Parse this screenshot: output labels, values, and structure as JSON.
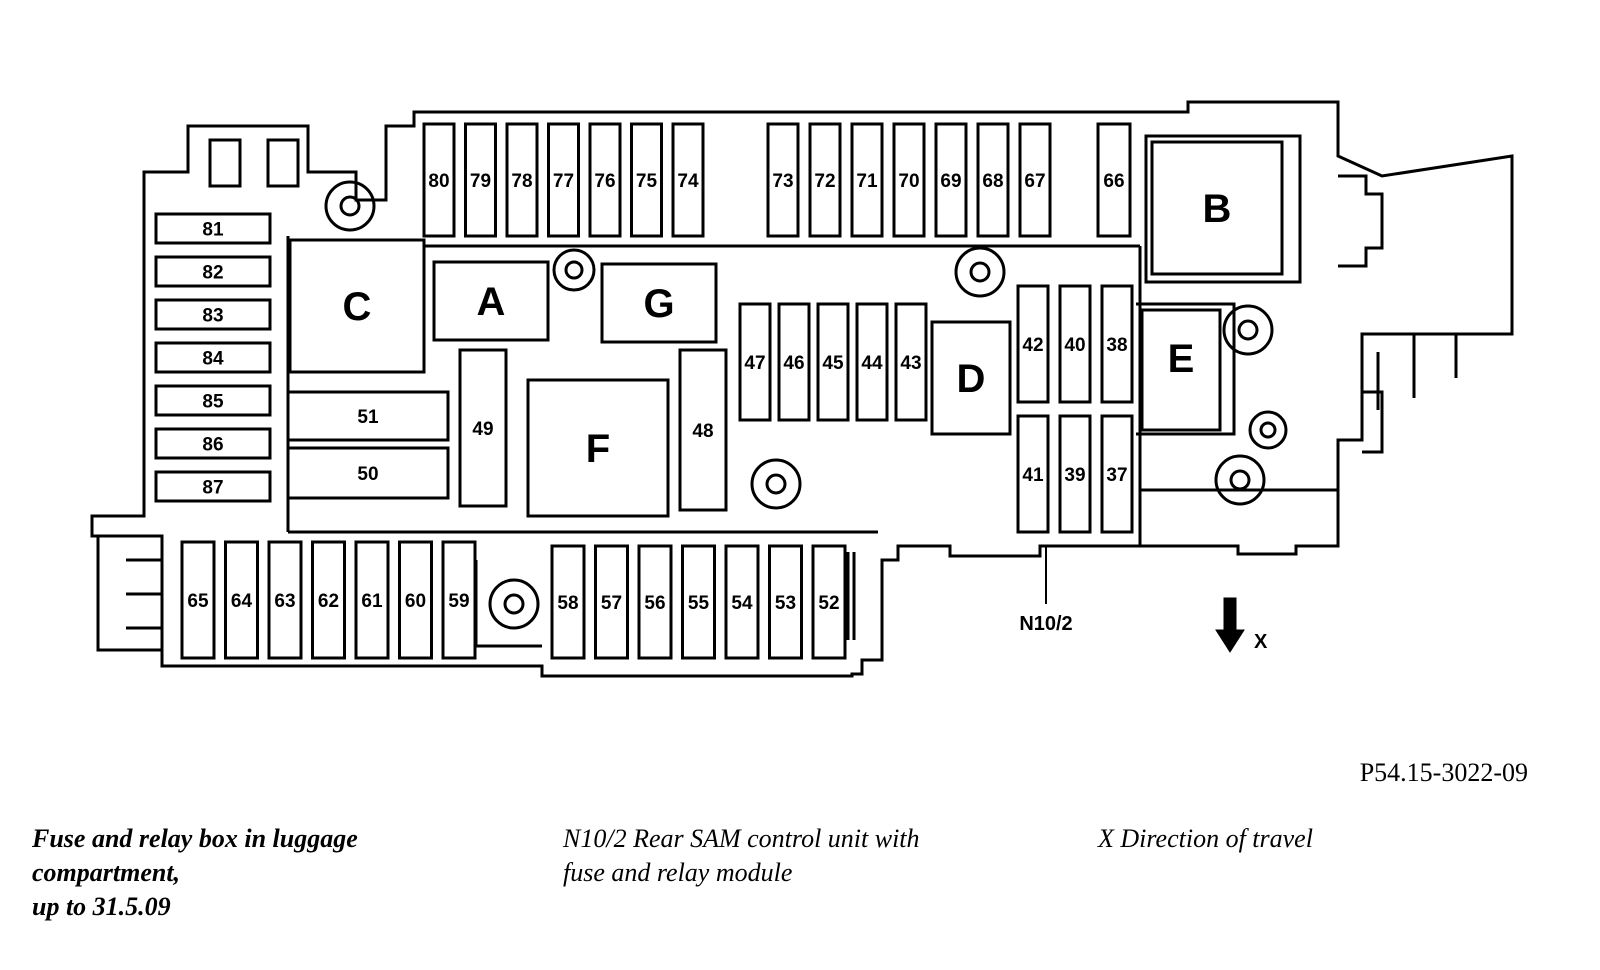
{
  "part_number": "P54.15-3022-09",
  "captions": {
    "title_lines": [
      "Fuse and relay box in luggage",
      "compartment,",
      "up to 31.5.09"
    ],
    "n10_lines": [
      "N10/2 Rear SAM control unit with",
      "fuse and relay module"
    ],
    "x_direction": "X Direction of travel"
  },
  "callouts": {
    "module": "N10/2",
    "direction": "X"
  },
  "relays": [
    "A",
    "B",
    "C",
    "D",
    "E",
    "F",
    "G"
  ],
  "fuses": {
    "left_column": [
      "81",
      "82",
      "83",
      "84",
      "85",
      "86",
      "87"
    ],
    "top_row_a": [
      "80",
      "79",
      "78",
      "77",
      "76",
      "75",
      "74"
    ],
    "top_row_b": [
      "73",
      "72",
      "71",
      "70",
      "69",
      "68",
      "67"
    ],
    "top_single": "66",
    "middle_row": [
      "47",
      "46",
      "45",
      "44",
      "43"
    ],
    "right_upper": [
      "42",
      "40",
      "38"
    ],
    "right_lower": [
      "41",
      "39",
      "37"
    ],
    "center": [
      "51",
      "50",
      "49",
      "48"
    ],
    "bottom_row_a": [
      "65",
      "64",
      "63",
      "62",
      "61",
      "60",
      "59"
    ],
    "bottom_row_b": [
      "58",
      "57",
      "56",
      "55",
      "54",
      "53",
      "52"
    ]
  }
}
